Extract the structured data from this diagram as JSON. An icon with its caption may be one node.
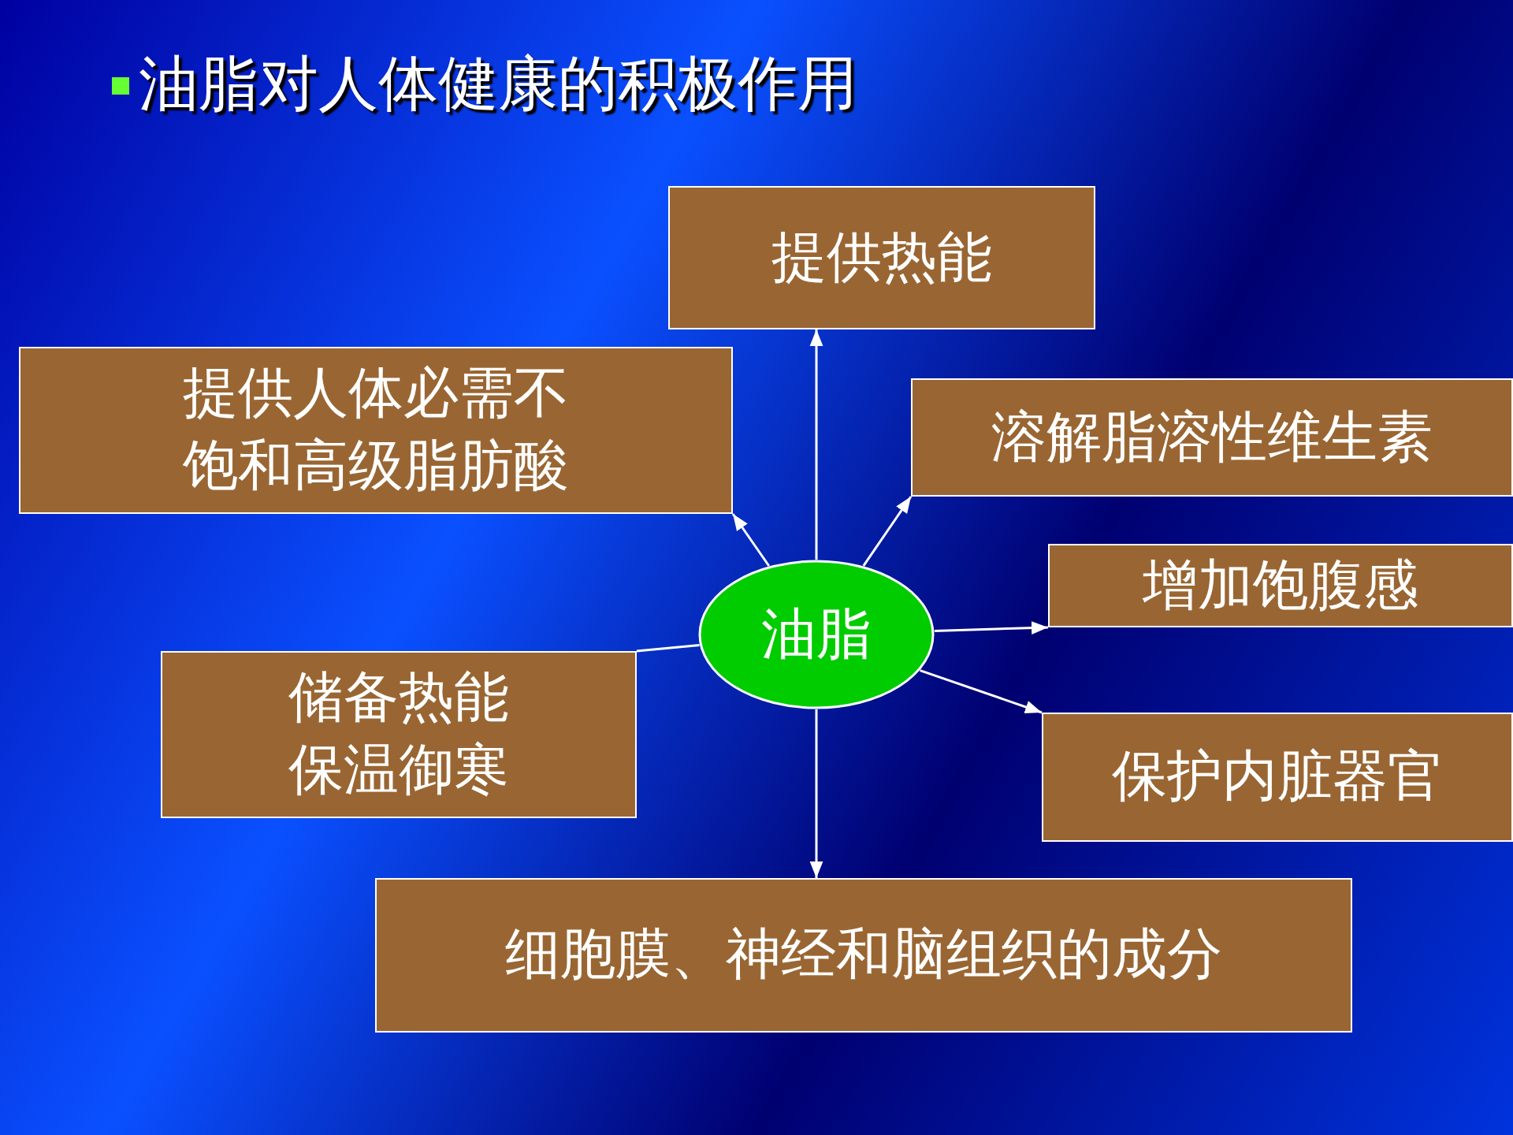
{
  "diagram": {
    "title": "油脂对人体健康的积极作用",
    "nodes": [
      {
        "text": [
          "提供热能"
        ]
      },
      {
        "text": [
          "提供人体必需不饱和高级脂肪酸"
        ]
      },
      {
        "text": [
          "溶解脂溶性维生素"
        ]
      },
      {
        "text": [
          "增加饱腹感"
        ]
      },
      {
        "text": [
          "油脂"
        ]
      },
      {
        "text": [
          "储备热能保温御寒"
        ]
      },
      {
        "text": [
          "保护内脏器官"
        ]
      },
      {
        "text": [
          "细胞膜、神经和脑组织的成分"
        ]
      }
    ],
    "edges": [
      {
        "from": 4,
        "to": 0,
        "arrow": "to"
      },
      {
        "from": 4,
        "to": 1,
        "arrow": "to"
      },
      {
        "from": 4,
        "to": 2,
        "arrow": "to"
      },
      {
        "from": 4,
        "to": 3,
        "arrow": "to"
      },
      {
        "from": 4,
        "to": 5,
        "arrow": "none"
      },
      {
        "from": 4,
        "to": 6,
        "arrow": "to"
      },
      {
        "from": 4,
        "to": 7,
        "arrow": "to"
      }
    ]
  }
}
